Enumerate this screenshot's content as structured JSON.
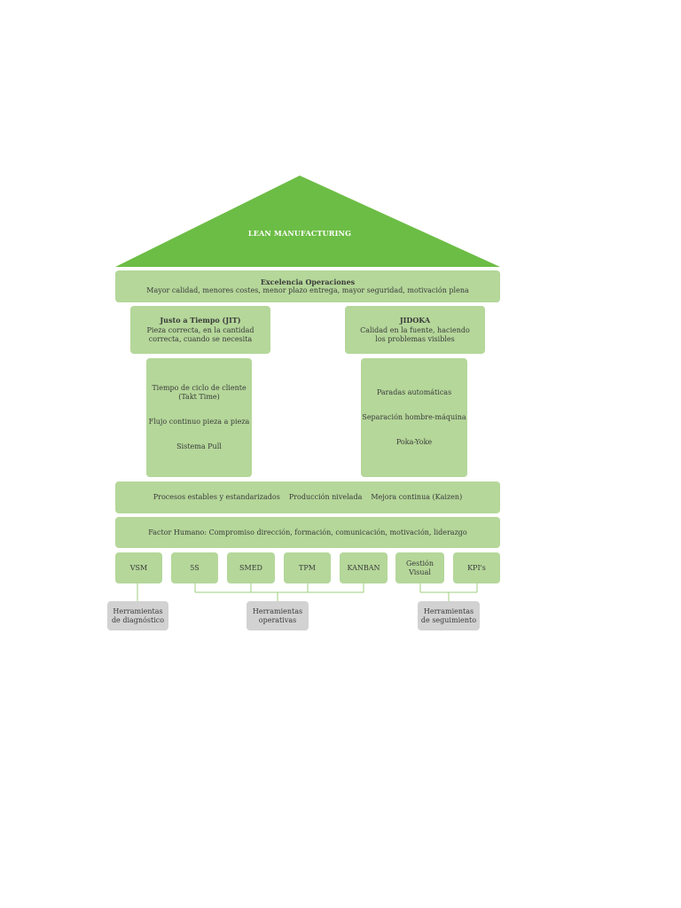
{
  "roof": {
    "title": "LEAN MANUFACTURING"
  },
  "excellence": {
    "title": "Excelencia Operaciones",
    "subtitle": "Mayor calidad, menores costes, menor plazo entrega, mayor seguridad, motivación plena"
  },
  "jit": {
    "title": "Justo a Tiempo  (JIT)",
    "line1": "Pieza correcta, en la cantidad",
    "line2": "correcta, cuando se necesita",
    "items": {
      "takt1": "Tiempo de ciclo de cliente",
      "takt2": "(Takt Time)",
      "flow": "Flujo continuo pieza a pieza",
      "pull": "Sistema Pull"
    }
  },
  "jidoka": {
    "title": "JIDOKA",
    "line1": "Calidad en la fuente, haciendo",
    "line2": "los problemas visibles",
    "items": {
      "stops": "Paradas automáticas",
      "separation": "Separación hombre-máquina",
      "pokayoke": "Poka-Yoke"
    }
  },
  "foundation": {
    "stable": "Procesos estables y estandarizados",
    "leveled": "Producción nivelada",
    "kaizen": "Mejora continua (Kaizen)"
  },
  "human": {
    "text": "Factor  Humano: Compromiso dirección, formación, comunicación, motivación, liderazgo"
  },
  "tools": {
    "vsm": "VSM",
    "s5": "5S",
    "smed": "SMED",
    "tpm": "TPM",
    "kanban": "KANBAN",
    "gestion1": "Gestión",
    "gestion2": "Visual",
    "kpis": "KPI's"
  },
  "categories": {
    "diag1": "Herramientas",
    "diag2": "de diagnóstico",
    "oper1": "Herramientas",
    "oper2": "operativas",
    "seg1": "Herramientas",
    "seg2": "de seguimiento"
  },
  "colors": {
    "roof": "#6cbd45",
    "box": "#b5d79a",
    "category": "#d2d2d2",
    "connector": "#9ccf7c"
  }
}
